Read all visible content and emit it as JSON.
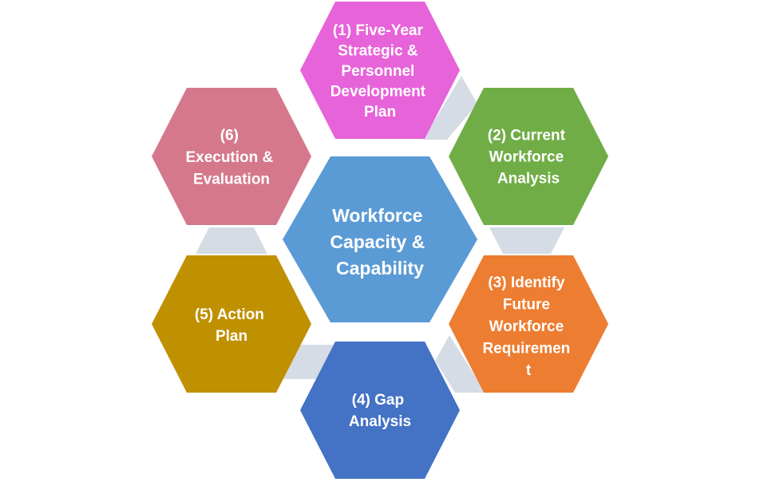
{
  "diagram": {
    "center": {
      "lines": [
        "Workforce",
        "Capacity &",
        "Capability"
      ],
      "color": "#5B9BD5"
    },
    "stages": [
      {
        "lines": [
          "(1) Five-Year",
          "Strategic &",
          "Personnel",
          "Development",
          "Plan"
        ],
        "color": "#E763D9"
      },
      {
        "lines": [
          "(2) Current",
          "Workforce",
          "Analysis"
        ],
        "color": "#70AD47"
      },
      {
        "lines": [
          "(3) Identify",
          "Future",
          "Workforce",
          "Requiremen",
          "t"
        ],
        "color": "#ED7D31"
      },
      {
        "lines": [
          "(4) Gap",
          "Analysis"
        ],
        "color": "#4472C4"
      },
      {
        "lines": [
          "(5) Action",
          "Plan"
        ],
        "color": "#BF9000"
      },
      {
        "lines": [
          "(6)",
          "Execution  &",
          "Evaluation"
        ],
        "color": "#D5788C"
      }
    ],
    "connector_color": "#D6DCE5"
  }
}
